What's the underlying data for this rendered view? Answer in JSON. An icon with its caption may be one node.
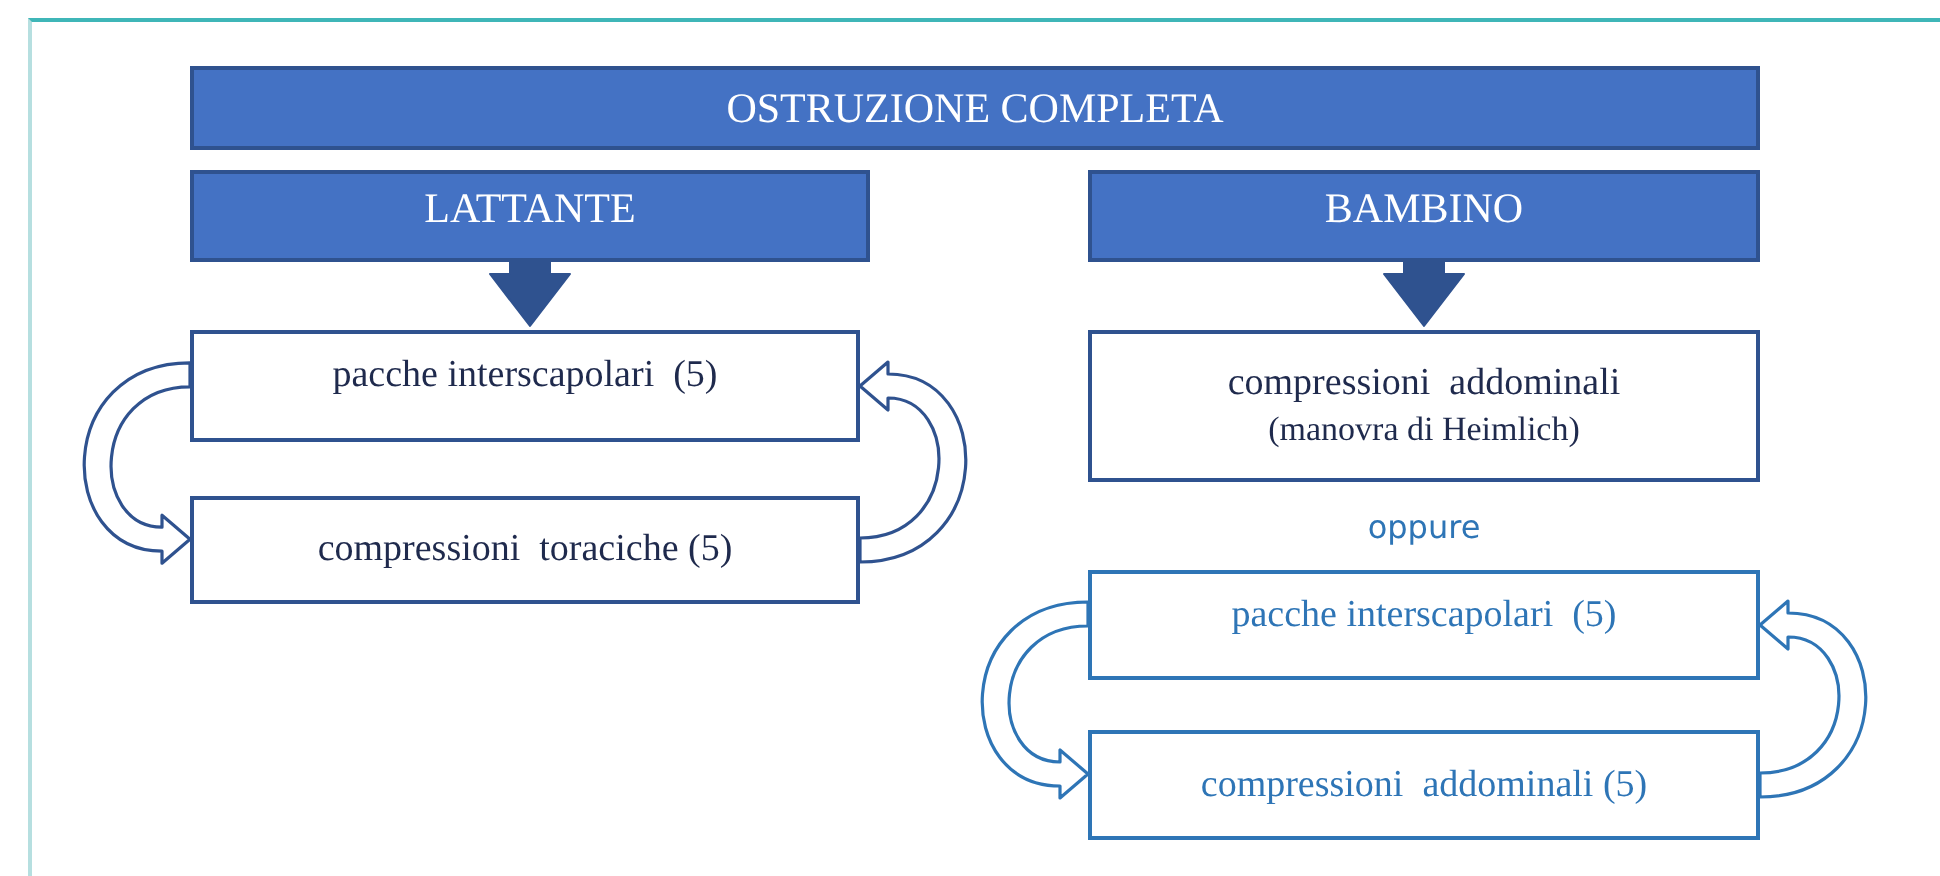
{
  "diagram": {
    "nodes": [
      {
        "text": [
          "OSTRUZIONE COMPLETA"
        ]
      },
      {
        "text": [
          "LATTANTE"
        ]
      },
      {
        "text": [
          "BAMBINO"
        ]
      },
      {
        "text": [
          "pacche interscapolari  (5)"
        ]
      },
      {
        "text": [
          "compressioni  toraciche (5)"
        ]
      },
      {
        "text": [
          "compressioni  addominali",
          "(manovra di Heimlich)"
        ]
      },
      {
        "text": [
          "pacche interscapolari  (5)"
        ]
      },
      {
        "text": [
          "compressioni  addominali (5)"
        ]
      }
    ],
    "edges": [
      {
        "from": 1,
        "to": 3,
        "arrow": "to",
        "style": "thick"
      },
      {
        "from": 2,
        "to": 5,
        "arrow": "to",
        "style": "thick"
      },
      {
        "from": 3,
        "to": 4,
        "arrow": "to"
      },
      {
        "from": 4,
        "to": 3,
        "arrow": "to"
      },
      {
        "from": 6,
        "to": 7,
        "arrow": "to",
        "color": "#2e75b6"
      },
      {
        "from": 7,
        "to": 6,
        "arrow": "to",
        "color": "#2e75b6"
      }
    ],
    "labels": [
      "oppure"
    ]
  }
}
